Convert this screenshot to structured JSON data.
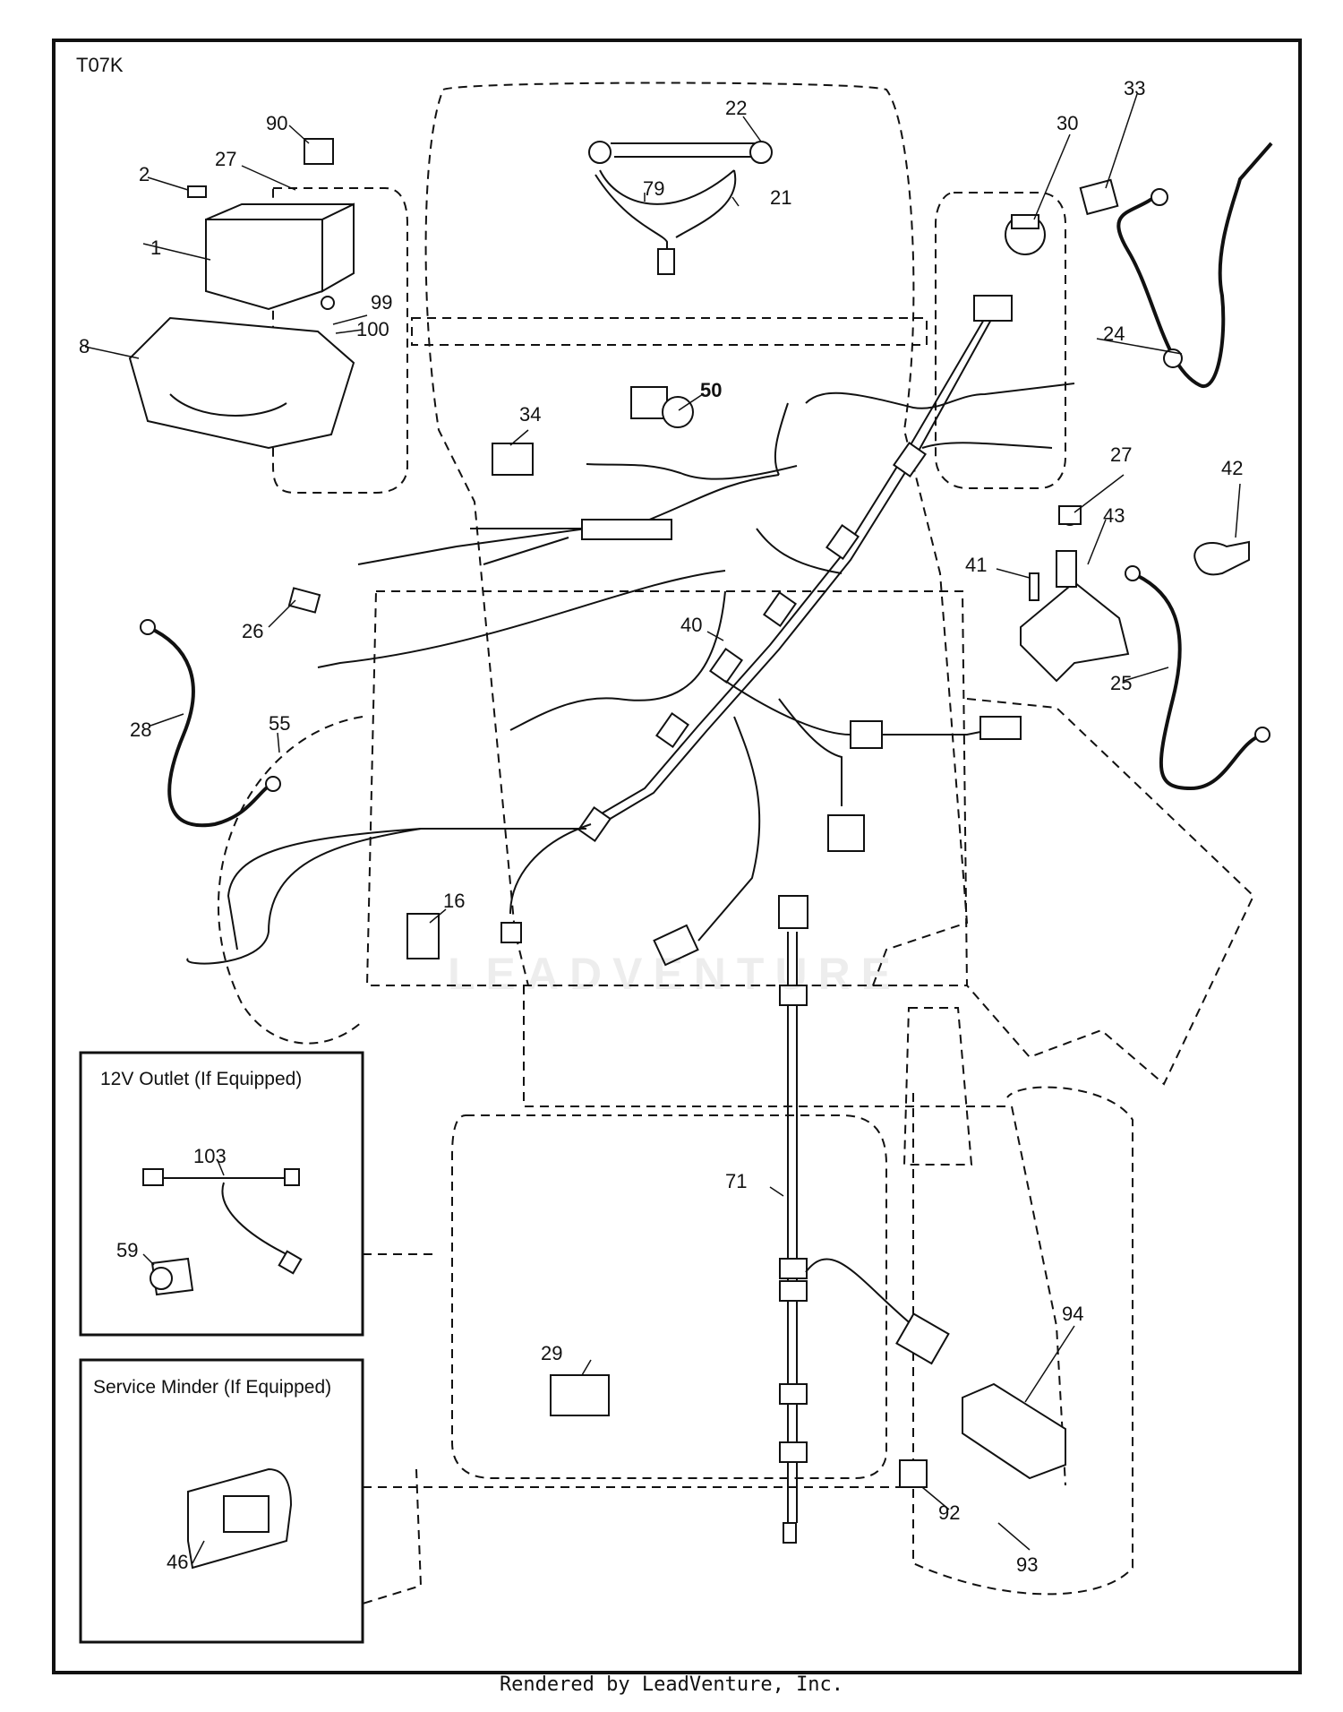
{
  "diagram_code": "T07K",
  "footer": "Rendered by LeadVenture, Inc.",
  "watermark": "LEADVENTURE",
  "insets": {
    "outlet_title": "12V Outlet (If Equipped)",
    "minder_title": "Service Minder (If Equipped)"
  },
  "callouts": {
    "c1": "1",
    "c2": "2",
    "c8": "8",
    "c16": "16",
    "c21": "21",
    "c22": "22",
    "c24": "24",
    "c25": "25",
    "c26": "26",
    "c27a": "27",
    "c27b": "27",
    "c28": "28",
    "c29": "29",
    "c30": "30",
    "c33": "33",
    "c34": "34",
    "c40": "40",
    "c41": "41",
    "c42": "42",
    "c43": "43",
    "c46": "46",
    "c50": "50",
    "c55": "55",
    "c59": "59",
    "c71": "71",
    "c79": "79",
    "c90": "90",
    "c92": "92",
    "c93": "93",
    "c94": "94",
    "c99": "99",
    "c100": "100",
    "c103": "103"
  }
}
